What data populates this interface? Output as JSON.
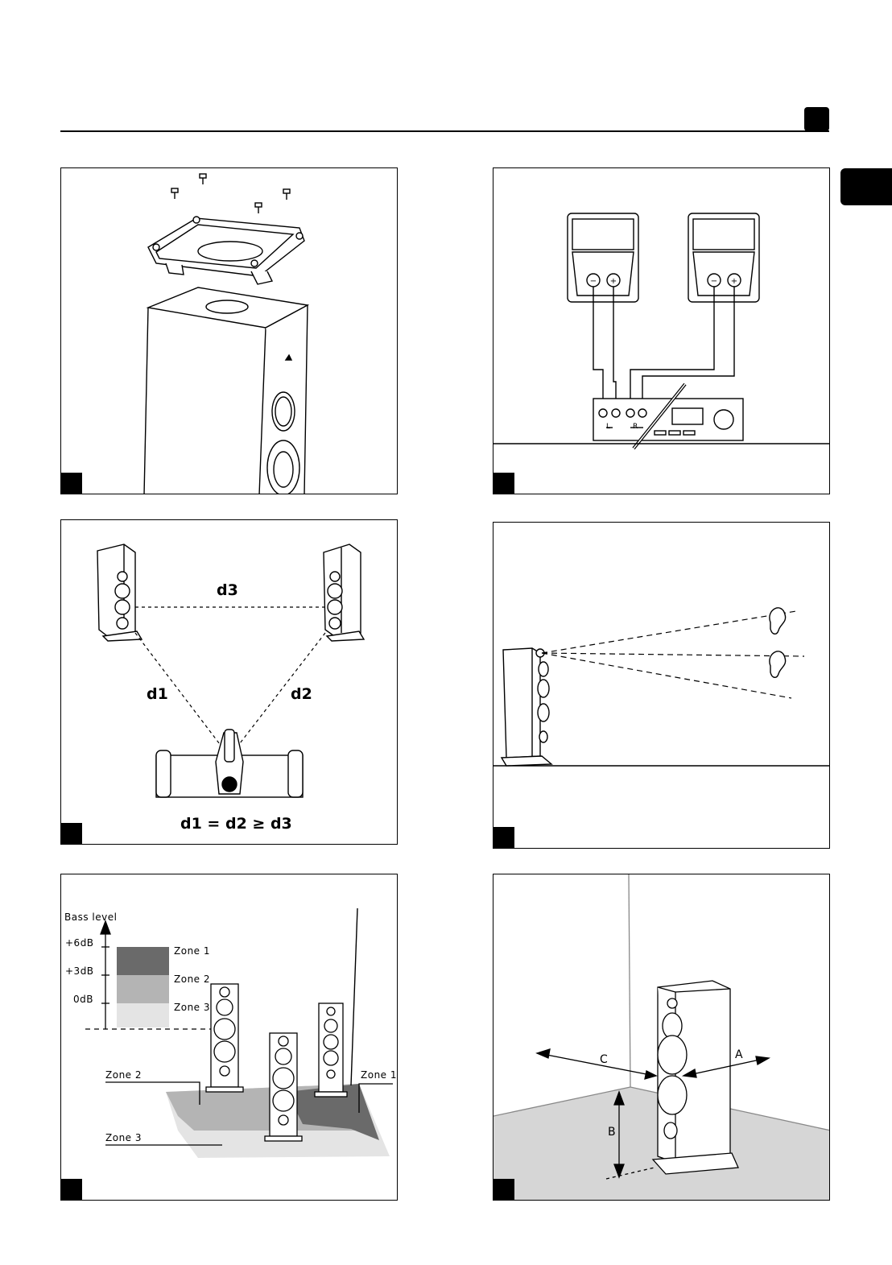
{
  "panel_c": {
    "d3": "d3",
    "d1": "d1",
    "d2": "d2",
    "formula": "d1 = d2 ≥ d3"
  },
  "panel_e": {
    "axis_title": "Bass level",
    "levels": [
      "+6dB",
      "+3dB",
      "0dB"
    ],
    "legend_zones": [
      "Zone 1",
      "Zone 2",
      "Zone 3"
    ],
    "callout_zone2": "Zone 2",
    "callout_zone3": "Zone 3",
    "callout_zone1": "Zone 1",
    "zone_colors": [
      "#6a6a6a",
      "#b4b4b4",
      "#e4e4e4"
    ]
  },
  "panel_f": {
    "a": "A",
    "b": "B",
    "c": "C",
    "floor_color": "#d6d6d6"
  },
  "panel_b": {
    "amp_left": "L",
    "amp_right": "R"
  }
}
